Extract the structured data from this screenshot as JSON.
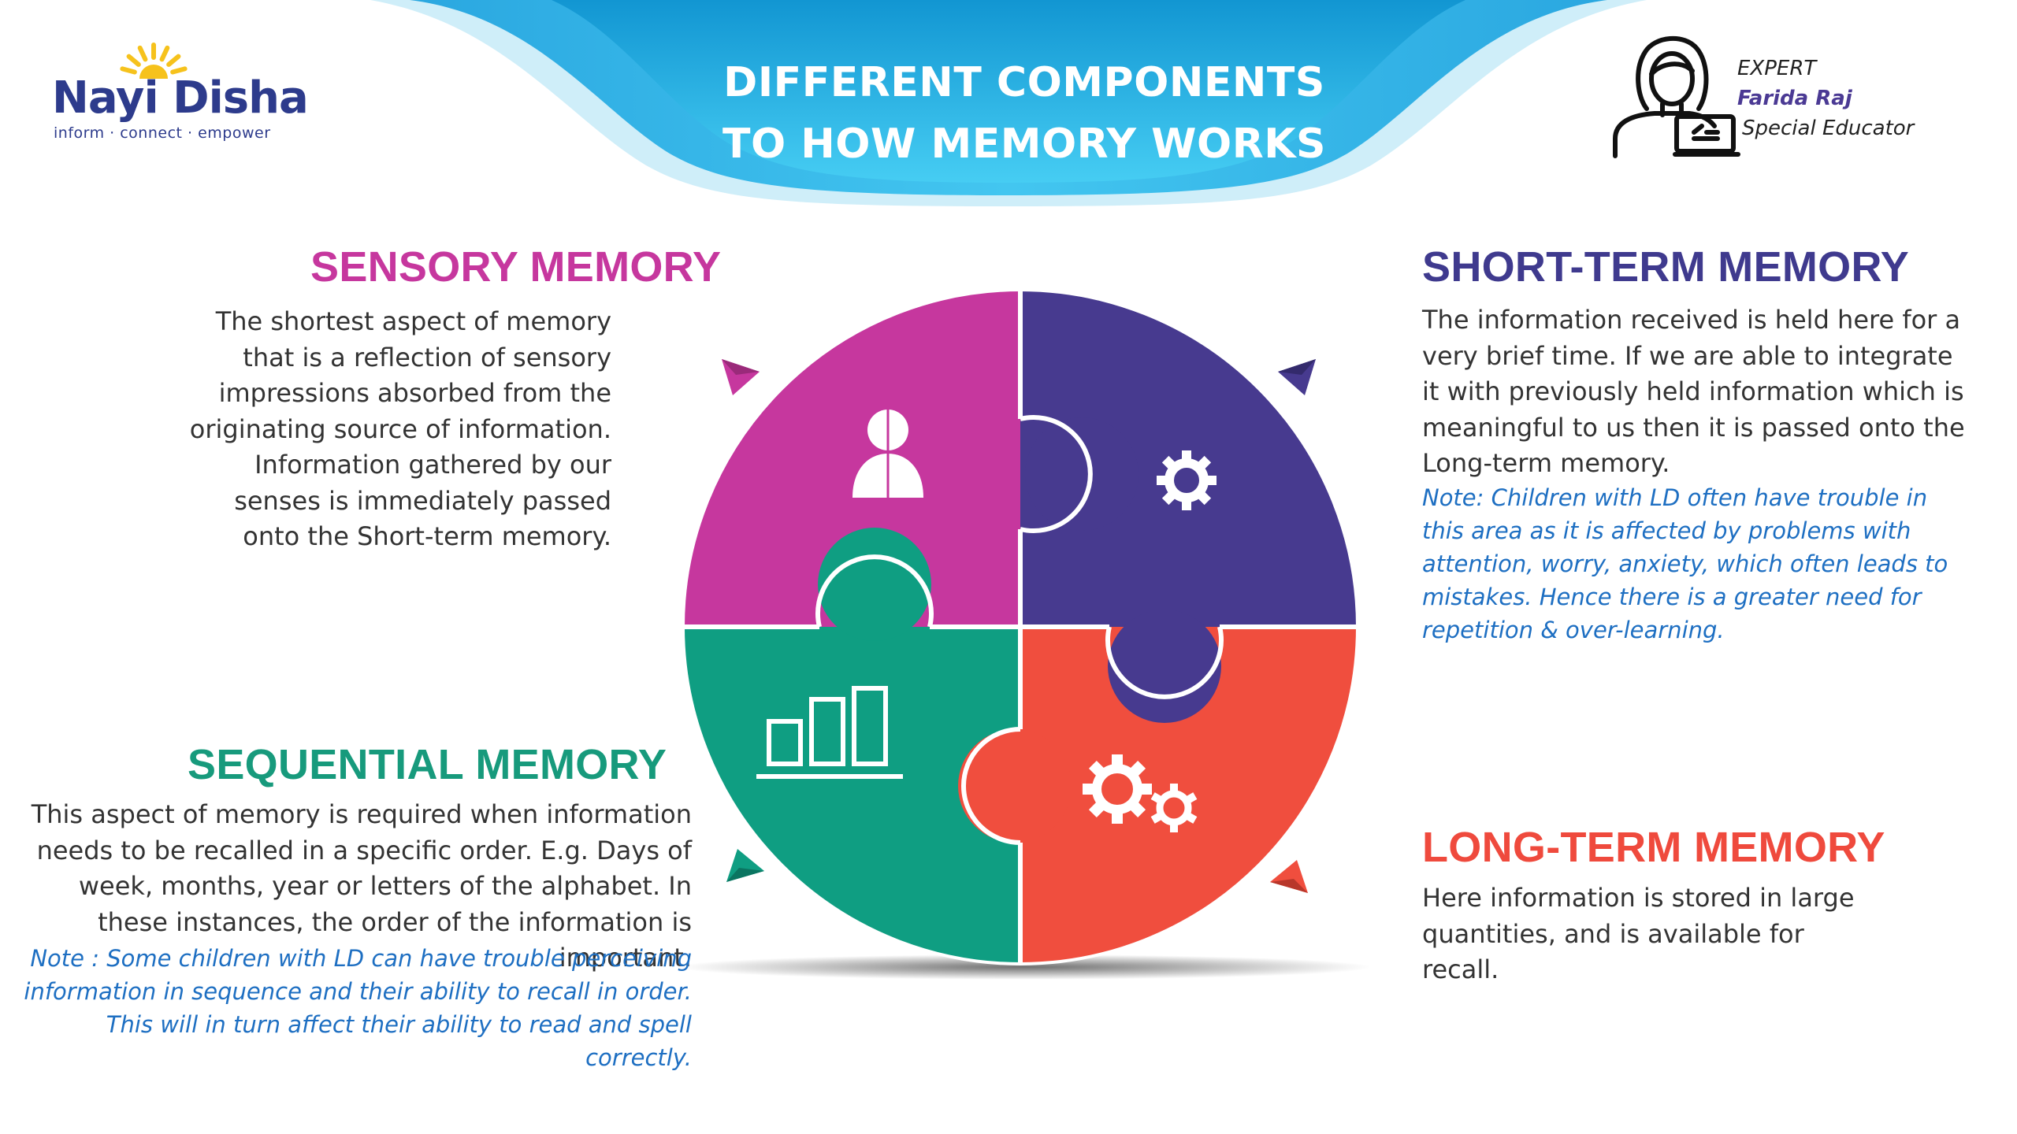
{
  "header": {
    "title_line1": "DIFFERENT COMPONENTS",
    "title_line2": "TO HOW MEMORY WORKS"
  },
  "logo": {
    "name": "Nayi Disha",
    "tagline": "inform · connect · empower"
  },
  "expert": {
    "label": "EXPERT",
    "name": "Farida Raj",
    "role": "Special Educator"
  },
  "sections": {
    "sensory": {
      "title": "SENSORY MEMORY",
      "text": "The shortest aspect of memory that is a reflection of sensory impressions absorbed from the originating source of information. Information gathered by our senses is immediately passed onto the Short-term memory."
    },
    "short_term": {
      "title": "SHORT-TERM MEMORY",
      "text": "The information  received is held here for a very brief time. If we are able to integrate it with previously held   information  which is meaningful to us then it is passed onto the Long-term memory.",
      "note": "Note: Children with LD often have trouble in this area as it is affected by problems with attention, worry, anxiety, which often leads to mistakes. Hence there is a greater need for repetition & over-learning."
    },
    "sequential": {
      "title": "SEQUENTIAL MEMORY",
      "text": "This aspect of memory is required when information needs to be recalled in a specific order. E.g. Days of week, months, year or letters of the alphabet. In these instances, the order of the information is important.",
      "note": "Note : Some children with LD can have trouble perceiving information in sequence and their ability to recall in order. This will in turn affect their ability to read and spell correctly."
    },
    "long_term": {
      "title": "LONG-TERM MEMORY",
      "text": "Here information is stored in large quantities, and is available for recall."
    }
  },
  "colors": {
    "banner_light": "#5fd4f4",
    "banner_dark": "#1a9fd8",
    "sensory": "#c6379e",
    "short_term": "#473a8f",
    "sequential": "#0f9e82",
    "long_term": "#f04e3e",
    "note_blue": "#1e6fc2",
    "logo_blue": "#2d3b8c",
    "logo_sun": "#f6c21c"
  },
  "icons": {
    "sensory": "person-icon",
    "short_term": "gear-icon",
    "sequential": "bar-chart-icon",
    "long_term": "gears-icon"
  }
}
